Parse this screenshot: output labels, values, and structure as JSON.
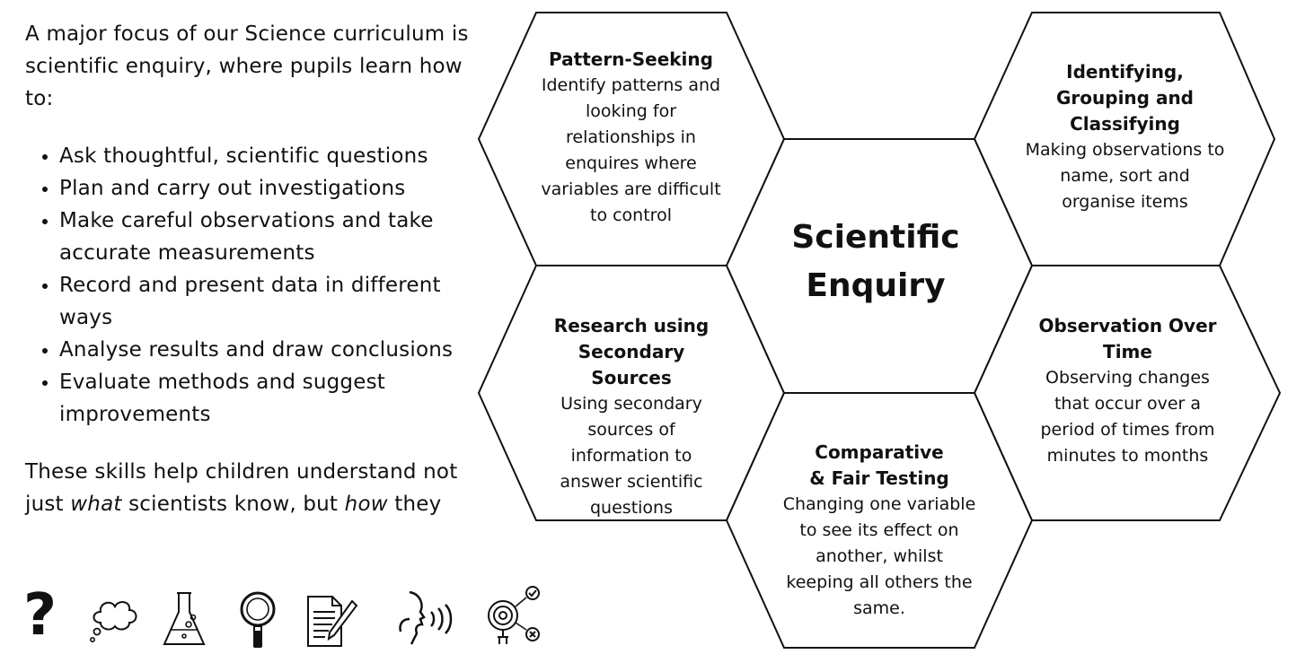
{
  "intro": {
    "lead": "A major focus of our Science curriculum is scientific enquiry, where pupils learn how to:",
    "bullets": [
      "Ask thoughtful, scientific questions",
      "Plan and carry out investigations",
      "Make careful observations and take accurate measurements",
      "Record and present data in different ways",
      "Analyse results and draw conclusions",
      "Evaluate methods and suggest  improvements"
    ],
    "outro_1": "These skills help children understand not just ",
    "outro_what": "what",
    "outro_2": " scientists know, but ",
    "outro_how": "how",
    "outro_3": " they"
  },
  "center": {
    "line1": "Scientific",
    "line2": "Enquiry"
  },
  "hexagons": {
    "pattern": {
      "title": "Pattern-Seeking",
      "desc": "Identify patterns and looking for relationships in enquires where variables are difficult to control"
    },
    "identifying": {
      "title": "Identifying, Grouping and Classifying",
      "desc": "Making observations to name, sort and organise items"
    },
    "research": {
      "title": "Research using Secondary Sources",
      "desc": "Using secondary sources of information to answer scientific questions"
    },
    "observation": {
      "title": "Observation Over Time",
      "desc": "Observing changes that occur over a period of times from minutes to months"
    },
    "comparative": {
      "title": "Comparative & Fair Testing",
      "desc": "Changing one variable to see its effect on another, whilst keeping all others the same."
    }
  },
  "icons": [
    "question-mark-icon",
    "thought-bubble-icon",
    "flask-icon",
    "magnifier-icon",
    "document-pen-icon",
    "speaking-icon",
    "analysis-icon"
  ],
  "colors": {
    "outline": "#111111",
    "background": "#ffffff"
  }
}
